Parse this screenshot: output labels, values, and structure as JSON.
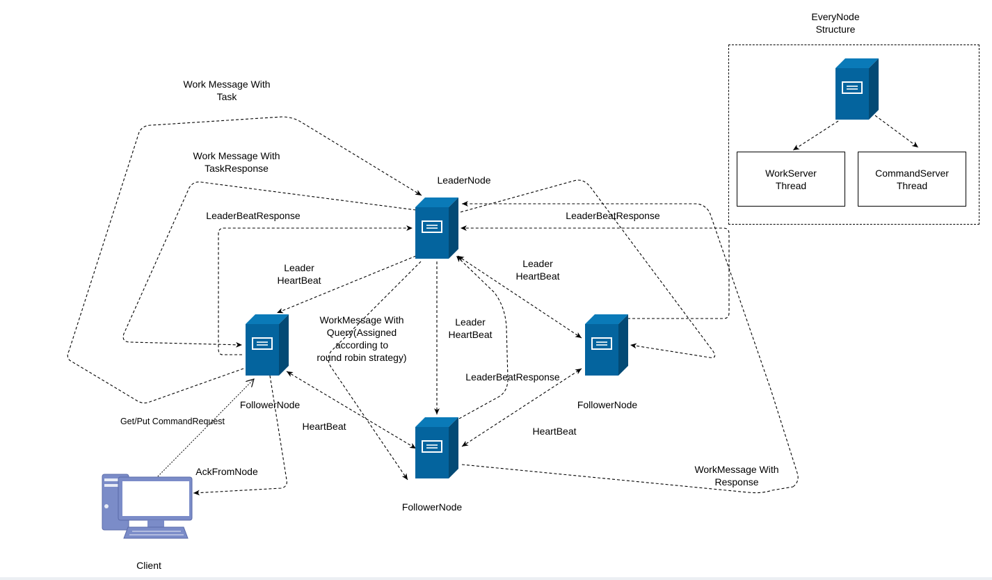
{
  "labels": {
    "work_msg_task": "Work Message With\nTask",
    "work_msg_task_response": "Work Message With\nTaskResponse",
    "leader_beat_response_left": "LeaderBeatResponse",
    "leader_beat_response_right": "LeaderBeatResponse",
    "leader_beat_response_mid": "LeaderBeatResponse",
    "leader_heartbeat_left": "Leader\nHeartBeat",
    "leader_heartbeat_mid": "Leader\nHeartBeat",
    "leader_heartbeat_right": "Leader\nHeartBeat",
    "work_msg_query": "WorkMessage With\nQuery(Assigned according to\nround robin strategy)",
    "heartbeat_left": "HeartBeat",
    "heartbeat_right": "HeartBeat",
    "get_put": "Get/Put CommandRequest",
    "ack_from_node": "AckFromNode",
    "work_msg_response": "WorkMessage With\nResponse"
  },
  "nodes": {
    "leader": "LeaderNode",
    "follower_left": "FollowerNode",
    "follower_bottom": "FollowerNode",
    "follower_right": "FollowerNode",
    "client": "Client"
  },
  "structure": {
    "title": "EveryNode\nStructure",
    "work_server": "WorkServer\nThread",
    "command_server": "CommandServer\nThread"
  },
  "colors": {
    "server_front": "#04649e",
    "server_side": "#034a75",
    "server_top": "#0a7ab8",
    "client_blue": "#7b8cc8",
    "client_light": "#e8ecf6"
  }
}
